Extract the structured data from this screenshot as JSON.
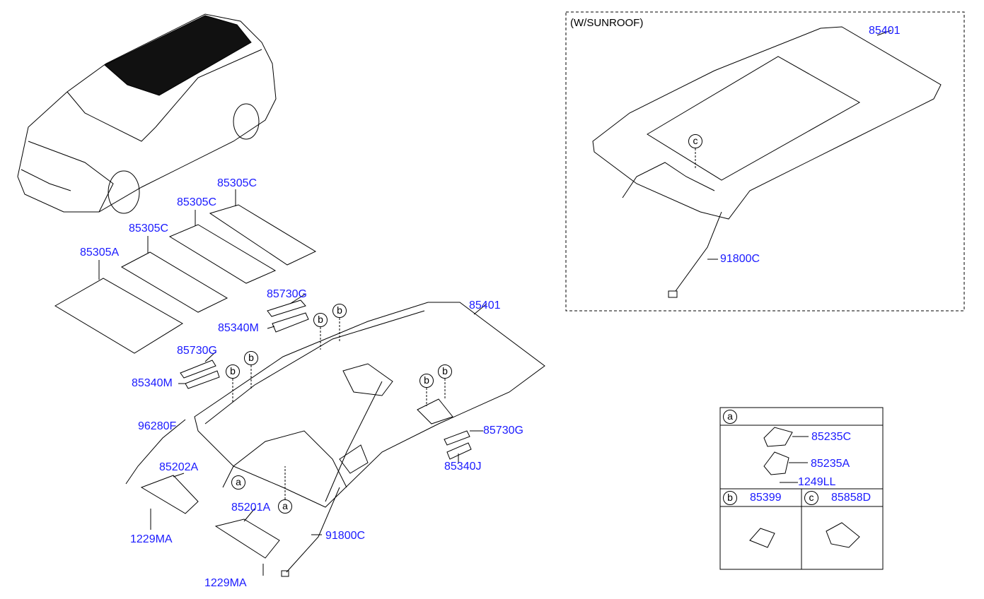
{
  "diagram": {
    "sunroof_title": "(W/SUNROOF)",
    "labels": {
      "pad_c1": "85305C",
      "pad_c2": "85305C",
      "pad_c3": "85305C",
      "pad_a": "85305A",
      "grip_cap_1": "85730G",
      "grip_1": "85340M",
      "grip_cap_2": "85730G",
      "grip_2": "85340M",
      "headlining": "85401",
      "wiring_96280F": "96280F",
      "visor_right": "85202A",
      "screw_1": "1229MA",
      "visor_left": "85201A",
      "screw_2": "1229MA",
      "wiring_91800C": "91800C",
      "grip_cap_3": "85730G",
      "grip_3": "85340J",
      "sunroof_headlining": "85401",
      "sunroof_wiring": "91800C"
    },
    "callouts": {
      "a": "a",
      "b": "b",
      "c": "c"
    },
    "legend": {
      "a_items": [
        "85235C",
        "85235A",
        "1249LL"
      ],
      "b_part": "85399",
      "c_part": "85858D"
    },
    "colors": {
      "label": "#1a1aff",
      "line": "#000000"
    }
  }
}
